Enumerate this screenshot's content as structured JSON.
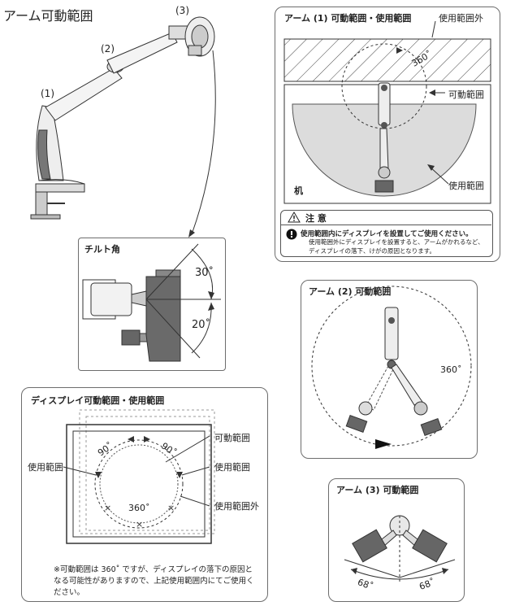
{
  "main_title": "アーム可動範囲",
  "arm_labels": {
    "one": "(1)",
    "two": "(2)",
    "three": "(3)"
  },
  "tilt": {
    "title": "チルト角",
    "up_angle": "30˚",
    "down_angle": "20˚"
  },
  "arm1": {
    "title": "アーム (1) 可動範囲・使用範囲",
    "outside_label": "使用範囲外",
    "angle": "360˚",
    "movable_label": "可動範囲",
    "usage_label": "使用範囲",
    "desk_label": "机"
  },
  "caution": {
    "title": "注 意",
    "headline": "使用範囲内にディスプレイを設置してご使用ください。",
    "body": "使用範囲外にディスプレイを設置すると、アームがかれるなど、ディスプレイの落下、けがの原因となります。"
  },
  "arm2": {
    "title": "アーム (2) 可動範囲",
    "angle": "360˚"
  },
  "display": {
    "title": "ディスプレイ可動範囲・使用範囲",
    "angle_left": "90˚",
    "angle_right": "90˚",
    "angle_center": "360˚",
    "movable_label": "可動範囲",
    "usage_left": "使用範囲",
    "usage_right": "使用範囲",
    "outside_label": "使用範囲外",
    "footnote": "※可動範囲は 360˚ ですが、ディスプレイの落下の原因となる可能性がありますので、上記使用範囲内にてご使用ください。"
  },
  "arm3": {
    "title": "アーム (3) 可動範囲",
    "angle_left": "68˚",
    "angle_right": "68˚"
  }
}
